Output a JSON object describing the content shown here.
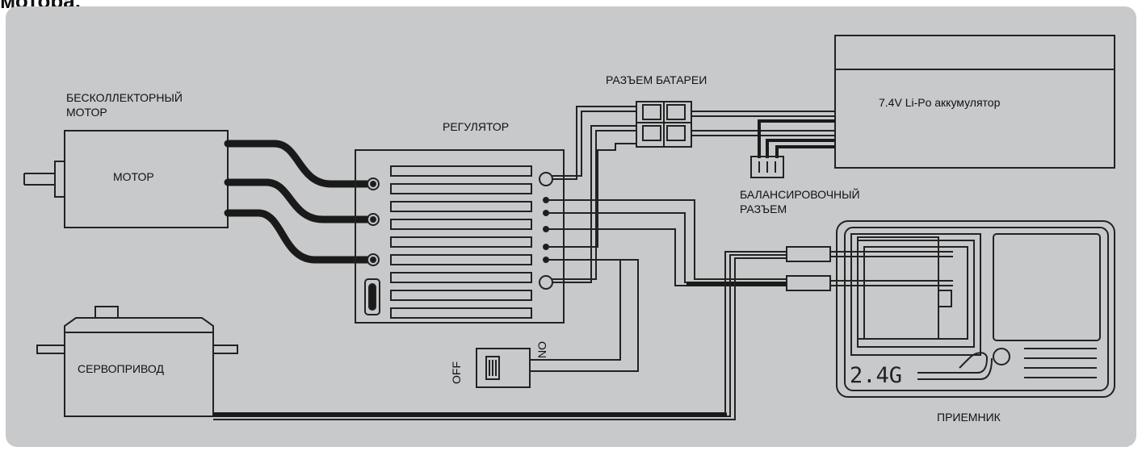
{
  "heading": "мотора.",
  "labels": {
    "motor_title_line1": "БЕСКОЛЛЕКТОРНЫЙ",
    "motor_title_line2": "МОТОР",
    "motor_body": "МОТОР",
    "regulator": "РЕГУЛЯТОР",
    "battery_connector": "РАЗЪЕМ БАТАРЕИ",
    "battery": "7.4V Li-Po аккумулятор",
    "balance_line1": "БАЛАНСИРОВОЧНЫЙ",
    "balance_line2": "РАЗЪЕМ",
    "servo": "СЕРВОПРИВОД",
    "switch_off": "OFF",
    "switch_on": "NO",
    "receiver": "ПРИЕМНИК",
    "receiver_band": "2.4G"
  },
  "colors": {
    "panel": "#c8c9cb",
    "stroke": "#222222",
    "wire": "#1a1a1a"
  }
}
